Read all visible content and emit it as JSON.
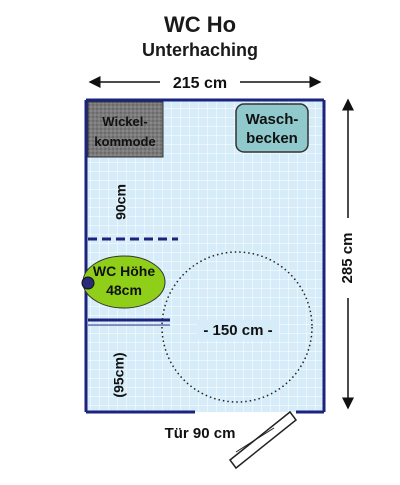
{
  "title": "WC Ho",
  "subtitle": "Unterhaching",
  "dimensions": {
    "width": "215 cm",
    "height": "285 cm",
    "wall_distance": "90cm",
    "wc_distance": "(95cm)",
    "turning_circle": "- 150 cm -",
    "door": "Tür 90 cm"
  },
  "fixtures": {
    "changing_table": {
      "line1": "Wickel-",
      "line2": "kommode"
    },
    "sink": {
      "line1": "Wasch-",
      "line2": "becken"
    },
    "wc": {
      "line1": "WC Höhe",
      "line2": "48cm"
    }
  },
  "colors": {
    "floor": "#d6ecf8",
    "tile_grid": "#ffffff",
    "wall": "#1a237e",
    "wc_fill": "#8fcf1a",
    "sink_fill": "#8fc9cc",
    "table_fill": "#808080",
    "grab_bar_dashed": "#1a237e",
    "grab_bar_solid": "#1a237e"
  }
}
